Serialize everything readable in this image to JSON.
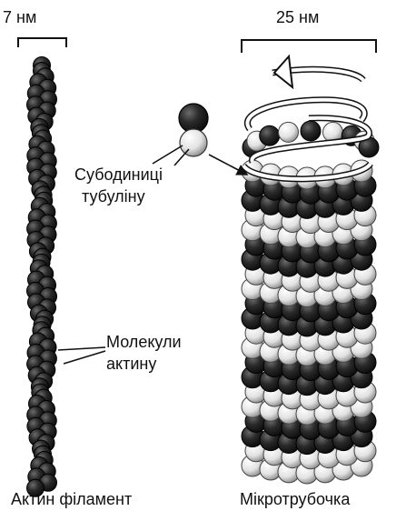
{
  "actin": {
    "width_label": "7 нм",
    "caption": "Актин філамент",
    "pointer_label_line1": "Молекули",
    "pointer_label_line2": "актину"
  },
  "microtubule": {
    "width_label": "25 нм",
    "caption": "Мікротрубочка"
  },
  "tubulin": {
    "label_line1": "Субодиниці",
    "label_line2": "тубуліну"
  },
  "colors": {
    "background": "#ffffff",
    "ink": "#111111",
    "dark_subunit": "#1c1c1c",
    "light_subunit": "#e6e6e6"
  }
}
